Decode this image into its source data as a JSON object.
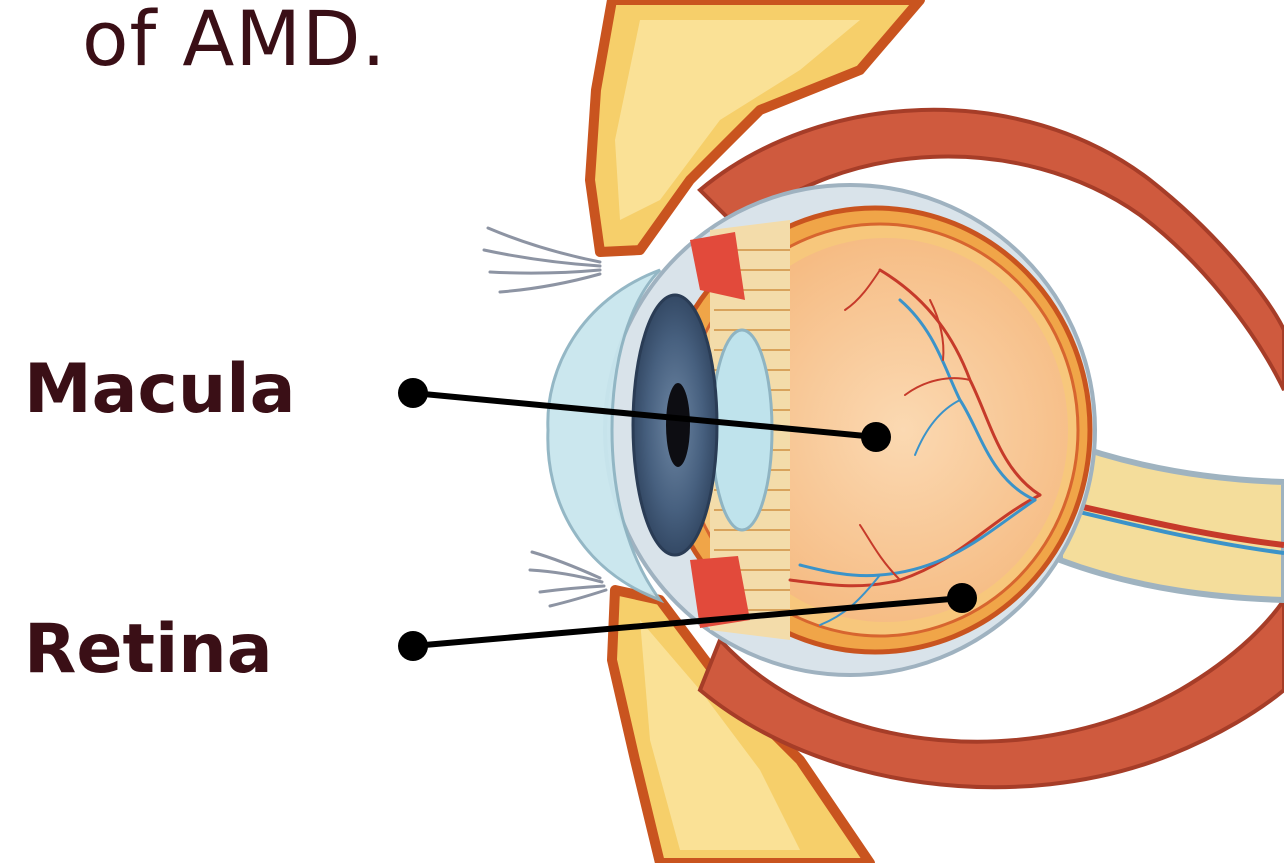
{
  "heading": {
    "title_fragment": "of AMD."
  },
  "labels": {
    "macula": "Macula",
    "retina": "Retina"
  },
  "colors": {
    "text": "#3a0f16",
    "muscle": "#cf5a3e",
    "muscle_dark": "#a63d28",
    "fat": "#f6cf6a",
    "fat_light": "#fbe7a6",
    "sclera": "#d9e3ea",
    "retina_layer": "#f0a548",
    "vitreous": "#f8cda0",
    "iris": "#3f5a7a",
    "pupil": "#0d0d12",
    "cornea": "#c9e6ee",
    "vessel_red": "#c63a2a",
    "vessel_blue": "#3b93c9",
    "pointer": "#000000"
  },
  "icons": {
    "illustration": "eye-anatomy-cross-section-icon"
  }
}
